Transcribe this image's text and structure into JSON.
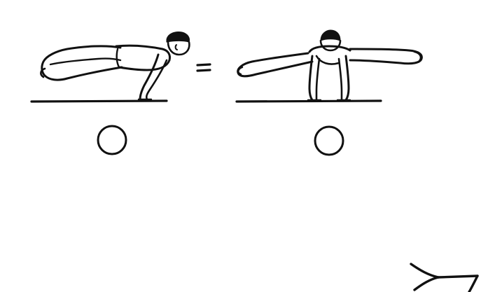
{
  "figures": [
    {
      "name": "planche-side-view",
      "view": "side",
      "symbol": "circle"
    },
    {
      "name": "planche-front-view",
      "view": "front",
      "symbol": "circle"
    }
  ],
  "equals_sign": "=",
  "corner_mark": "angle-arrow",
  "colors": {
    "ink": "#111111",
    "background": "#ffffff"
  }
}
